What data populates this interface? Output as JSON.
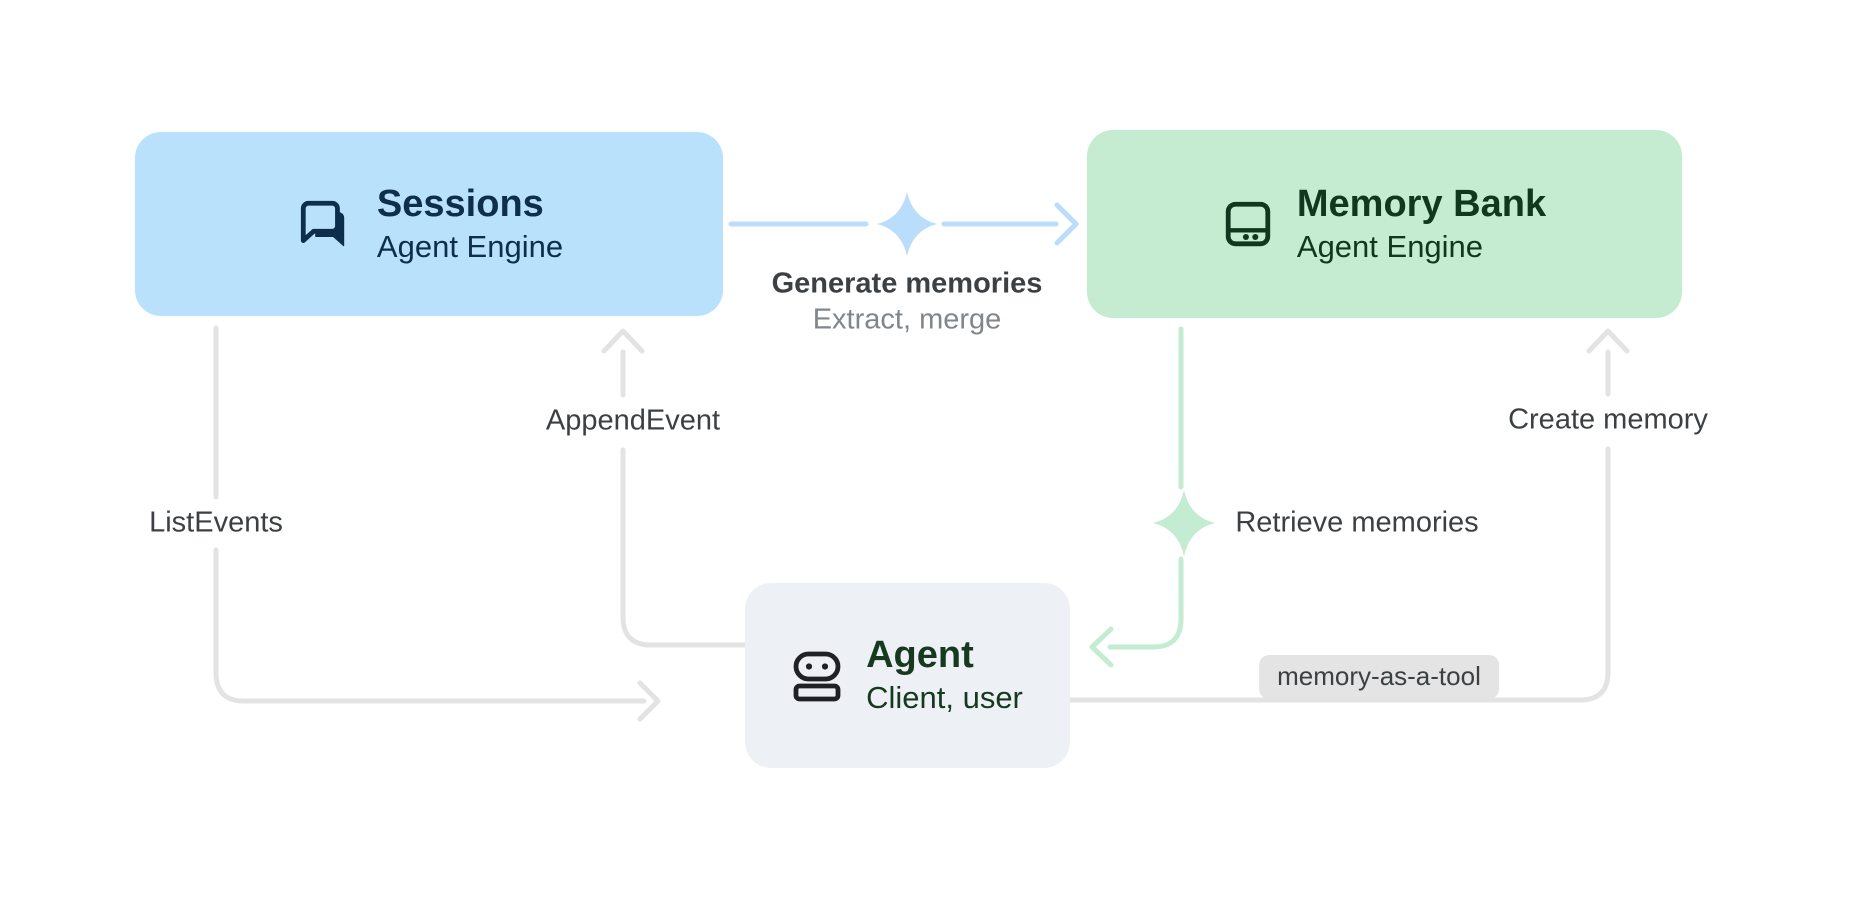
{
  "colors": {
    "blue_bg": "#b9e1fb",
    "blue_fg": "#0d2e4c",
    "green_bg": "#c5ebd1",
    "green_fg": "#10381f",
    "agent_bg": "#edf1f6",
    "agent_fg": "#16391f",
    "icon_dark": "#202124",
    "line_gray": "#e3e3e3",
    "line_blue": "#b9ddfb",
    "line_green": "#c4ecd2",
    "label_dark": "#3c4043",
    "label_muted": "#80868b",
    "badge_bg": "#e4e4e4"
  },
  "nodes": {
    "sessions": {
      "title": "Sessions",
      "subtitle": "Agent Engine",
      "icon": "chat-icon"
    },
    "memory_bank": {
      "title": "Memory Bank",
      "subtitle": "Agent Engine",
      "icon": "storage-icon"
    },
    "agent": {
      "title": "Agent",
      "subtitle": "Client, user",
      "icon": "robot-icon"
    }
  },
  "edges": {
    "generate_memories": {
      "label": "Generate memories",
      "sublabel": "Extract, merge",
      "icon": "sparkle-icon"
    },
    "append_event": {
      "label": "AppendEvent"
    },
    "list_events": {
      "label": "ListEvents"
    },
    "retrieve_memories": {
      "label": "Retrieve memories",
      "icon": "sparkle-icon"
    },
    "create_memory": {
      "label": "Create memory"
    },
    "memory_as_a_tool": {
      "badge": "memory-as-a-tool"
    }
  }
}
